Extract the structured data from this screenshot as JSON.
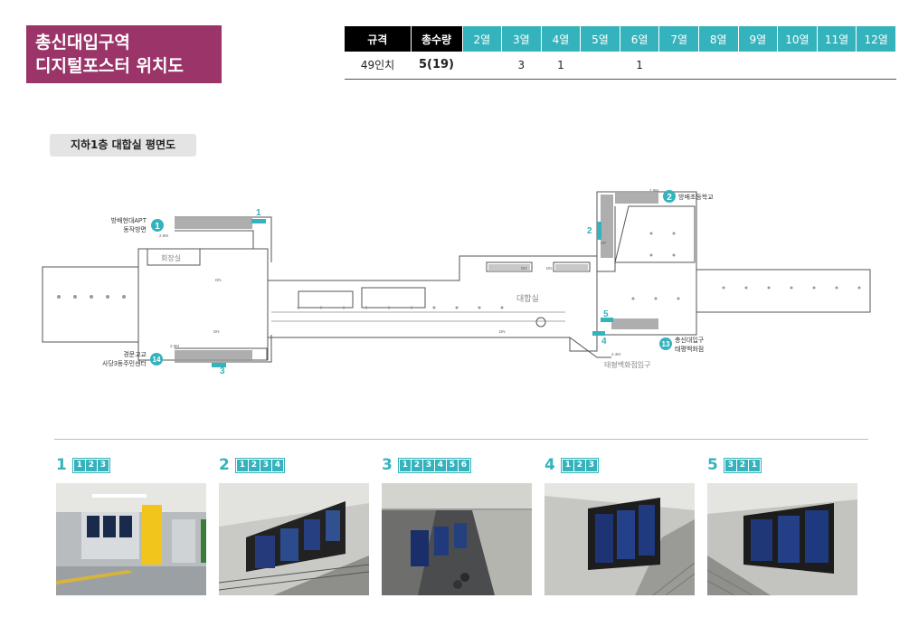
{
  "title": {
    "line1": "총신대입구역",
    "line2": "디지털포스터 위치도"
  },
  "spec_table": {
    "headers": [
      "규격",
      "총수량",
      "2열",
      "3열",
      "4열",
      "5열",
      "6열",
      "7열",
      "8열",
      "9열",
      "10열",
      "11열",
      "12열"
    ],
    "row": [
      "49인치",
      "5(19)",
      "",
      "3",
      "1",
      "",
      "1",
      "",
      "",
      "",
      "",
      "",
      ""
    ]
  },
  "floor_label": "지하1층 대합실 평면도",
  "plan": {
    "center_label": "대합실",
    "meeting_room_label": "회장실",
    "markers": [
      {
        "num": "1",
        "label1": "방배현대APT",
        "label2": "동작방면"
      },
      {
        "num": "2",
        "label1": "방배초등학교",
        "label2": ""
      },
      {
        "num": "13",
        "label1": "총신대입구",
        "label2": "태평백화점"
      },
      {
        "num": "14",
        "label1": "경문고교",
        "label2": "사당3동주민센터"
      }
    ],
    "poster_numbers": [
      "1",
      "2",
      "3",
      "4",
      "5"
    ],
    "exit_label": "태평백화점입구",
    "dn": "DN",
    "up": "UP",
    "dist_29": "2.9M",
    "dist_44": "4.4M"
  },
  "colors": {
    "accent": "#35b3bd",
    "title_bg": "#9b3468"
  },
  "photos": [
    {
      "num": "1",
      "boxes": [
        "1",
        "2",
        "3"
      ]
    },
    {
      "num": "2",
      "boxes": [
        "1",
        "2",
        "3",
        "4"
      ]
    },
    {
      "num": "3",
      "boxes": [
        "1",
        "2",
        "3",
        "4",
        "5",
        "6"
      ]
    },
    {
      "num": "4",
      "boxes": [
        "1",
        "2",
        "3"
      ]
    },
    {
      "num": "5",
      "boxes": [
        "3",
        "2",
        "1"
      ]
    }
  ]
}
